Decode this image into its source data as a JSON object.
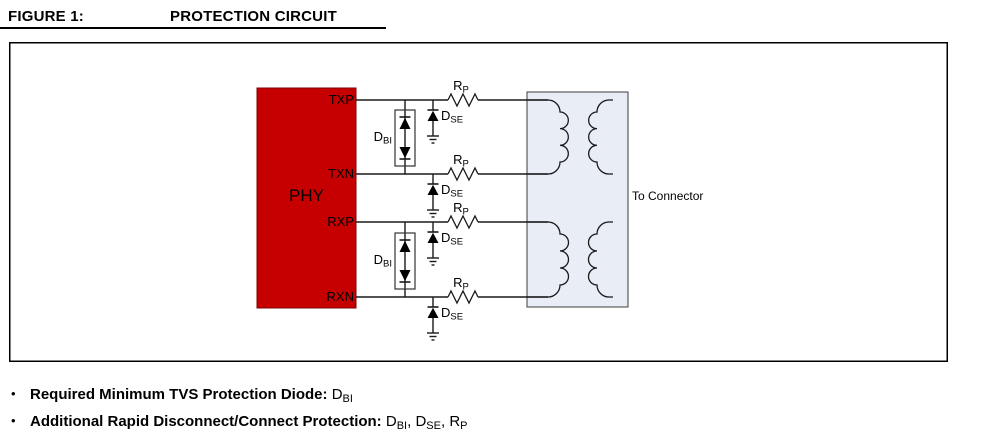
{
  "title": {
    "label": "FIGURE 1:",
    "text": "PROTECTION CIRCUIT"
  },
  "diagram": {
    "phy_label": "PHY",
    "pins": [
      "TXP",
      "TXN",
      "RXP",
      "RXN"
    ],
    "to_connector": "To Connector",
    "symbols": {
      "d_bi": {
        "main": "D",
        "sub": "BI"
      },
      "d_se": {
        "main": "D",
        "sub": "SE"
      },
      "r_p": {
        "main": "R",
        "sub": "P"
      }
    },
    "colors": {
      "phy_fill": "#c60000",
      "phy_border": "#7d0000",
      "transformer_fill": "#e9edf6",
      "transformer_border": "#3c3c3c"
    }
  },
  "notes_bullet": "•",
  "notes": [
    {
      "bold": "Required Minimum TVS Protection Diode:",
      "parts": [
        {
          "sep": " ",
          "main": "D",
          "sub": "BI"
        }
      ]
    },
    {
      "bold": "Additional Rapid Disconnect/Connect Protection:",
      "parts": [
        {
          "sep": " ",
          "main": "D",
          "sub": "BI"
        },
        {
          "sep": ", ",
          "main": "D",
          "sub": "SE"
        },
        {
          "sep": ", ",
          "main": "R",
          "sub": "P"
        }
      ]
    }
  ]
}
